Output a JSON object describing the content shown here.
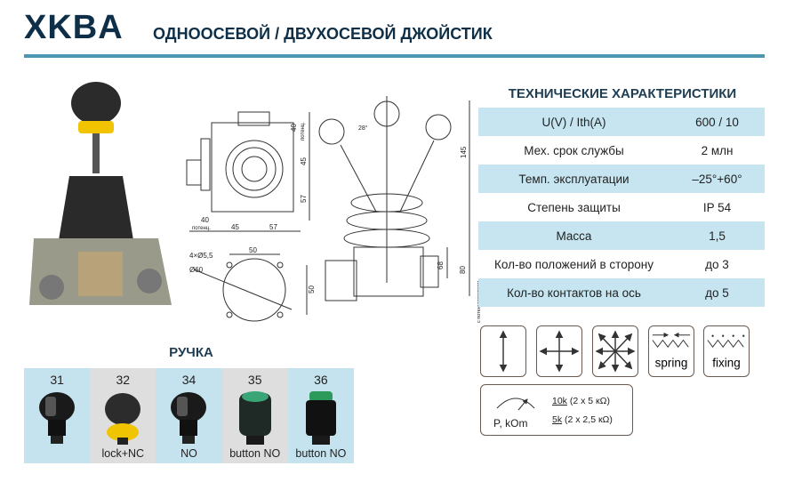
{
  "header": {
    "title": "XKBA",
    "subtitle": "ОДНООСЕВОЙ / ДВУХОСЕВОЙ ДЖОЙСТИК"
  },
  "drawing": {
    "dims": {
      "d40": "40",
      "poten": "потенц.",
      "d45": "45",
      "d57": "57",
      "h40": "40",
      "h45": "45",
      "h57": "57",
      "holes": "4×Ø5,5",
      "dia": "Ø60",
      "w50": "50",
      "h50": "50",
      "angle": "28°",
      "h145": "145",
      "h68": "68",
      "h80": "80",
      "with_pot": "с потенциометром"
    }
  },
  "specs": {
    "title": "ТЕХНИЧЕСКИЕ ХАРАКТЕРИСТИКИ",
    "rows": [
      {
        "key": "U(V) / Ith(A)",
        "value": "600 / 10"
      },
      {
        "key": "Мех. срок службы",
        "value": "2 млн"
      },
      {
        "key": "Темп. эксплуатации",
        "value": "–25°+60°"
      },
      {
        "key": "Степень защиты",
        "value": "IP 54"
      },
      {
        "key": "Масса",
        "value": "1,5"
      },
      {
        "key": "Кол-во положений в сторону",
        "value": "до 3"
      },
      {
        "key": "Кол-во контактов на ось",
        "value": "до 5"
      }
    ]
  },
  "icons": {
    "spring": "spring",
    "fixing": "fixing"
  },
  "resistance": {
    "label": "P, kOm",
    "opt1_val": "10k",
    "opt1_desc": "(2 x 5 кΩ)",
    "opt2_val": "5k",
    "opt2_desc": "(2 x 2,5 кΩ)"
  },
  "handles": {
    "title": "РУЧКА",
    "items": [
      {
        "num": "31",
        "caption": ""
      },
      {
        "num": "32",
        "caption": "lock+NC"
      },
      {
        "num": "34",
        "caption": "NO"
      },
      {
        "num": "35",
        "caption": "button NO"
      },
      {
        "num": "36",
        "caption": "button NO"
      }
    ]
  },
  "colors": {
    "brand": "#0e2f47",
    "rule": "#4b96b1",
    "row": "#c6e5f0",
    "grey": "#dedede"
  }
}
